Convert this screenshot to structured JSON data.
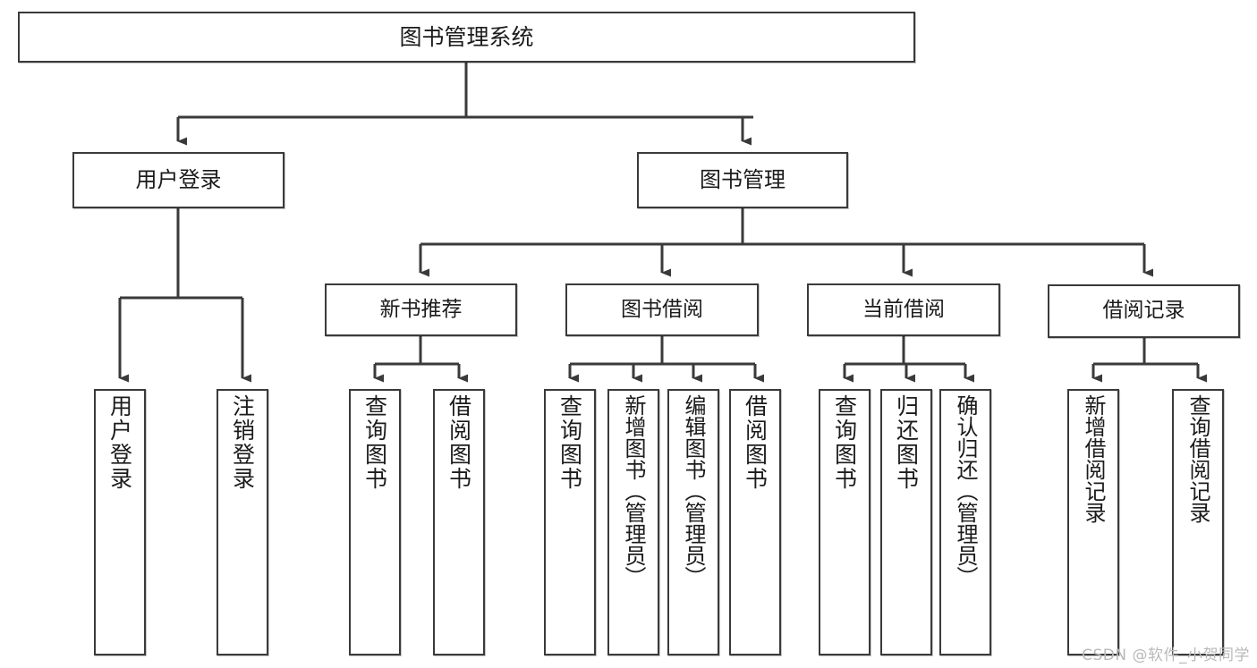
{
  "diagram": {
    "title": "图书管理系统",
    "type": "tree-hierarchy-chart",
    "line_color": "#3a3a3a",
    "box_fill": "#ffffff",
    "text_color": "#1b1b1b",
    "watermark": "CSDN @软件_小贺同学",
    "nodes": {
      "root": {
        "label": "图书管理系统"
      },
      "tier2": [
        {
          "key": "user_login",
          "label": "用户登录"
        },
        {
          "key": "book_mgmt",
          "label": "图书管理"
        }
      ],
      "tier3": [
        {
          "key": "new_book_rec",
          "label": "新书推荐"
        },
        {
          "key": "book_borrow",
          "label": "图书借阅"
        },
        {
          "key": "current_borrow",
          "label": "当前借阅"
        },
        {
          "key": "borrow_record",
          "label": "借阅记录"
        }
      ],
      "leaves": {
        "user_login": [
          {
            "key": "login",
            "label": "用户登录"
          },
          {
            "key": "logout",
            "label": "注销登录"
          }
        ],
        "new_book_rec": [
          {
            "key": "query_book_1",
            "label": "查询图书"
          },
          {
            "key": "borrow_book_1",
            "label": "借阅图书"
          }
        ],
        "book_borrow": [
          {
            "key": "query_book_2",
            "label": "查询图书"
          },
          {
            "key": "add_book",
            "label": "新增图书（管理员）"
          },
          {
            "key": "edit_book",
            "label": "编辑图书（管理员）"
          },
          {
            "key": "borrow_book_2",
            "label": "借阅图书"
          }
        ],
        "current_borrow": [
          {
            "key": "query_book_3",
            "label": "查询图书"
          },
          {
            "key": "return_book",
            "label": "归还图书"
          },
          {
            "key": "confirm_return",
            "label": "确认归还（管理员）"
          }
        ],
        "borrow_record": [
          {
            "key": "add_record",
            "label": "新增借阅记录"
          },
          {
            "key": "query_record",
            "label": "查询借阅记录"
          }
        ]
      }
    }
  }
}
